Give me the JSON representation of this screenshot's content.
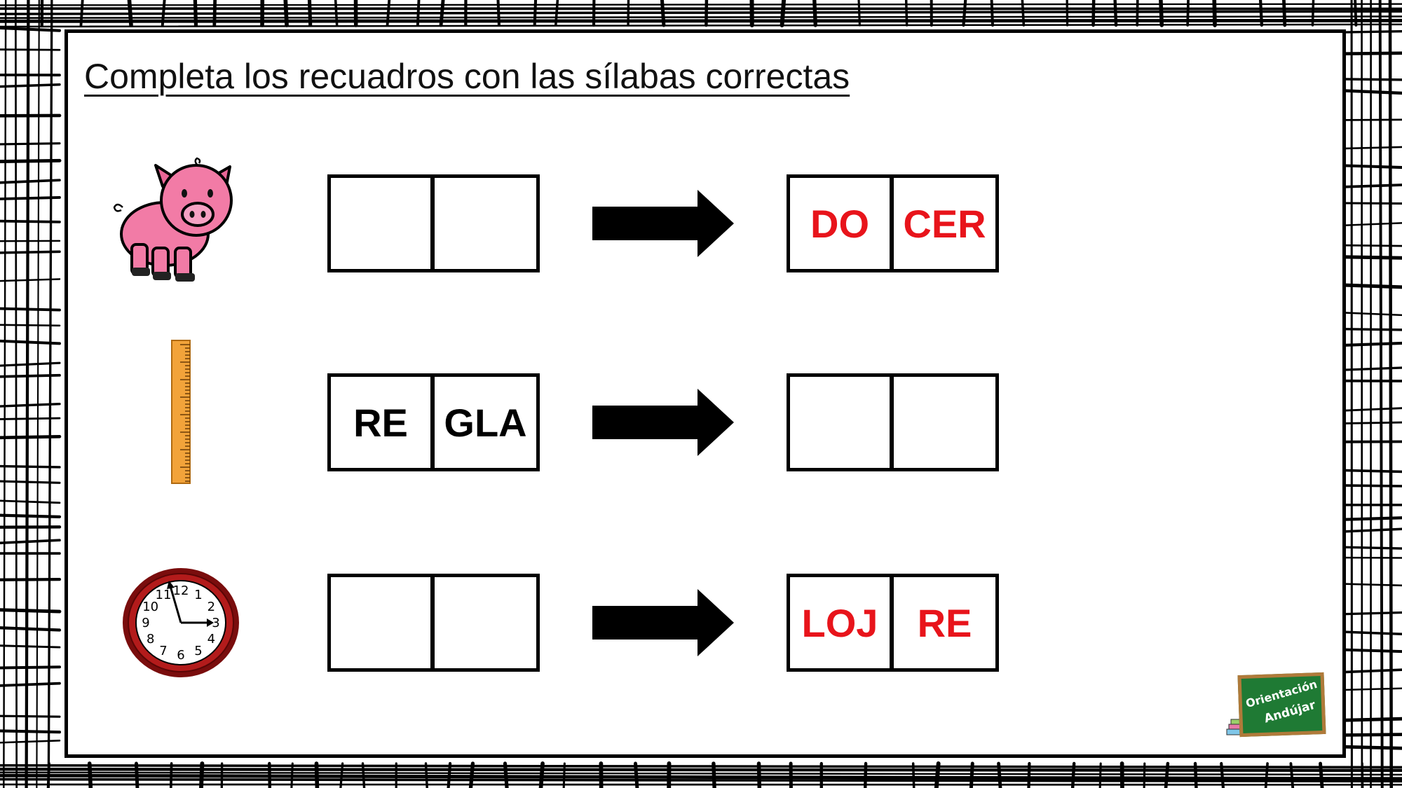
{
  "title": "Completa los recuadros con las sílabas correctas",
  "rows": [
    {
      "picture": "pig",
      "left_boxes": [
        "",
        ""
      ],
      "right_boxes": [
        "DO",
        "CER"
      ],
      "left_color": "#000000",
      "right_color": "#e8141b"
    },
    {
      "picture": "ruler",
      "left_boxes": [
        "RE",
        "GLA"
      ],
      "right_boxes": [
        "",
        ""
      ],
      "left_color": "#000000",
      "right_color": "#e8141b"
    },
    {
      "picture": "clock",
      "left_boxes": [
        "",
        ""
      ],
      "right_boxes": [
        "LOJ",
        "RE"
      ],
      "left_color": "#000000",
      "right_color": "#e8141b"
    }
  ],
  "clock_numbers": [
    "12",
    "1",
    "2",
    "3",
    "4",
    "5",
    "6",
    "7",
    "8",
    "9",
    "10",
    "11"
  ],
  "logo": {
    "line1": "Orientación",
    "line2": "Andújar"
  }
}
